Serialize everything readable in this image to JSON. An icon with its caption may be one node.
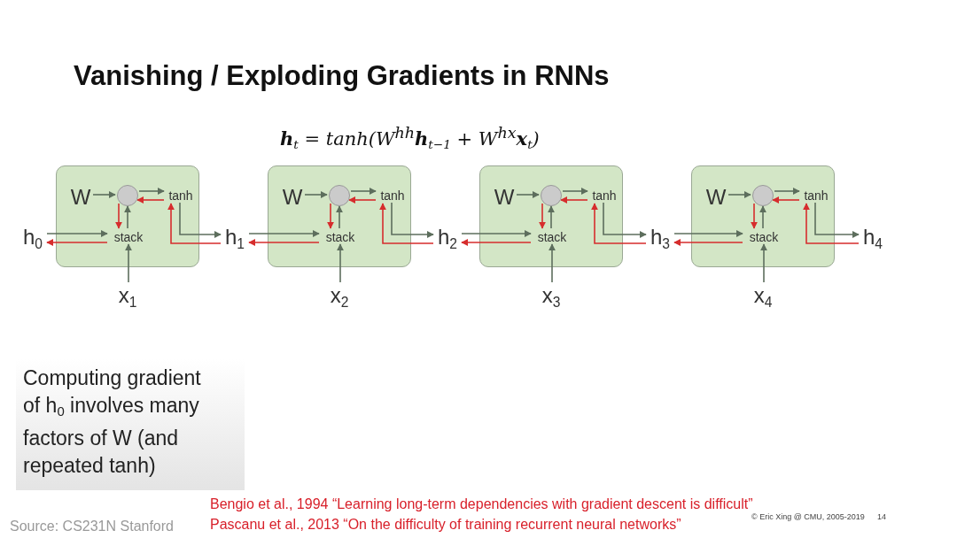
{
  "diagram": {
    "title": "Vanishing / Exploding Gradients in RNNs",
    "nodes": [
      {
        "text": [
          "h$_{0}$"
        ]
      },
      {
        "text": [],
        "shape": "box"
      },
      {
        "text": [
          "W"
        ],
        "in": 1
      },
      {
        "text": [],
        "shape": "circle",
        "in": 1
      },
      {
        "text": [
          "tanh"
        ],
        "in": 1
      },
      {
        "text": [
          "stack"
        ],
        "in": 1
      },
      {
        "text": [
          "h$_{1}$"
        ]
      },
      {
        "text": [
          "x$_{1}$"
        ]
      },
      {
        "text": [],
        "shape": "box"
      },
      {
        "text": [
          "W"
        ],
        "in": 8
      },
      {
        "text": [],
        "shape": "circle",
        "in": 8
      },
      {
        "text": [
          "tanh"
        ],
        "in": 8
      },
      {
        "text": [
          "stack"
        ],
        "in": 8
      },
      {
        "text": [
          "h$_{2}$"
        ]
      },
      {
        "text": [
          "x$_{2}$"
        ]
      },
      {
        "text": [],
        "shape": "box"
      },
      {
        "text": [
          "W"
        ],
        "in": 15
      },
      {
        "text": [],
        "shape": "circle",
        "in": 15
      },
      {
        "text": [
          "tanh"
        ],
        "in": 15
      },
      {
        "text": [
          "stack"
        ],
        "in": 15
      },
      {
        "text": [
          "h$_{3}$"
        ]
      },
      {
        "text": [
          "x$_{3}$"
        ]
      },
      {
        "text": [],
        "shape": "box"
      },
      {
        "text": [
          "W"
        ],
        "in": 22
      },
      {
        "text": [],
        "shape": "circle",
        "in": 22
      },
      {
        "text": [
          "tanh"
        ],
        "in": 22
      },
      {
        "text": [
          "stack"
        ],
        "in": 22
      },
      {
        "text": [
          "h$_{4}$"
        ]
      },
      {
        "text": [
          "x$_{4}$"
        ]
      }
    ],
    "edges": [
      {
        "from": 2,
        "to": 3,
        "arrow": "to"
      },
      {
        "from": 3,
        "to": 4,
        "arrow": "to"
      },
      {
        "from": 4,
        "to": 3,
        "arrow": "to",
        "color": "#d62d2d"
      },
      {
        "from": 3,
        "to": 5,
        "arrow": "to",
        "color": "#d62d2d"
      },
      {
        "from": 5,
        "to": 3,
        "arrow": "to"
      },
      {
        "from": 0,
        "to": 5,
        "arrow": "to"
      },
      {
        "from": 5,
        "to": 0,
        "arrow": "to",
        "color": "#d62d2d"
      },
      {
        "from": 4,
        "to": 6,
        "arrow": "to"
      },
      {
        "from": 6,
        "to": 4,
        "arrow": "to",
        "color": "#d62d2d"
      },
      {
        "from": 7,
        "to": 5,
        "arrow": "to"
      },
      {
        "from": 9,
        "to": 10,
        "arrow": "to"
      },
      {
        "from": 10,
        "to": 11,
        "arrow": "to"
      },
      {
        "from": 11,
        "to": 10,
        "arrow": "to",
        "color": "#d62d2d"
      },
      {
        "from": 10,
        "to": 12,
        "arrow": "to",
        "color": "#d62d2d"
      },
      {
        "from": 12,
        "to": 10,
        "arrow": "to"
      },
      {
        "from": 6,
        "to": 12,
        "arrow": "to"
      },
      {
        "from": 12,
        "to": 6,
        "arrow": "to",
        "color": "#d62d2d"
      },
      {
        "from": 11,
        "to": 13,
        "arrow": "to"
      },
      {
        "from": 13,
        "to": 11,
        "arrow": "to",
        "color": "#d62d2d"
      },
      {
        "from": 14,
        "to": 12,
        "arrow": "to"
      },
      {
        "from": 16,
        "to": 17,
        "arrow": "to"
      },
      {
        "from": 17,
        "to": 18,
        "arrow": "to"
      },
      {
        "from": 18,
        "to": 17,
        "arrow": "to",
        "color": "#d62d2d"
      },
      {
        "from": 17,
        "to": 19,
        "arrow": "to",
        "color": "#d62d2d"
      },
      {
        "from": 19,
        "to": 17,
        "arrow": "to"
      },
      {
        "from": 13,
        "to": 19,
        "arrow": "to"
      },
      {
        "from": 19,
        "to": 13,
        "arrow": "to",
        "color": "#d62d2d"
      },
      {
        "from": 18,
        "to": 20,
        "arrow": "to"
      },
      {
        "from": 20,
        "to": 18,
        "arrow": "to",
        "color": "#d62d2d"
      },
      {
        "from": 21,
        "to": 19,
        "arrow": "to"
      },
      {
        "from": 23,
        "to": 24,
        "arrow": "to"
      },
      {
        "from": 24,
        "to": 25,
        "arrow": "to"
      },
      {
        "from": 25,
        "to": 24,
        "arrow": "to",
        "color": "#d62d2d"
      },
      {
        "from": 24,
        "to": 26,
        "arrow": "to",
        "color": "#d62d2d"
      },
      {
        "from": 26,
        "to": 24,
        "arrow": "to"
      },
      {
        "from": 20,
        "to": 26,
        "arrow": "to"
      },
      {
        "from": 26,
        "to": 20,
        "arrow": "to",
        "color": "#d62d2d"
      },
      {
        "from": 25,
        "to": 27,
        "arrow": "to"
      },
      {
        "from": 27,
        "to": 25,
        "arrow": "to",
        "color": "#d62d2d"
      },
      {
        "from": 28,
        "to": 26,
        "arrow": "to"
      }
    ],
    "labels": [
      "**h**$_{t}$ = tanh(W$^{hh}$**h**$_{t−1}$ + W$^{hx}$**x**$_{t}$)",
      "Computing gradient of h$_{0}$ involves many factors of W (and repeated tanh)",
      "Bengio et al., 1994 “Learning long-term dependencies with gradient descent is difficult”",
      "© Eric Xing @ CMU, 2005-2019",
      "14",
      "Source: CS231N Stanford",
      "Pascanu et al., 2013 “On the difficulty of training recurrent neural networks”"
    ]
  }
}
